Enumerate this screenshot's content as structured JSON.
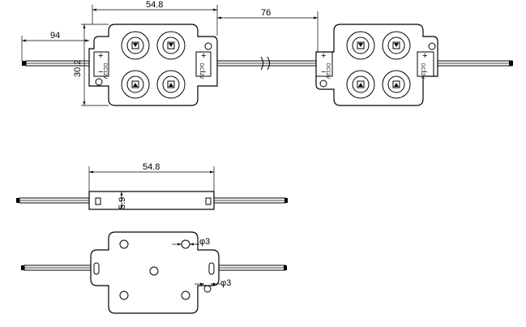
{
  "dimensions": {
    "module_width": "54.8",
    "module_spacing": "76",
    "wire_offset": "94",
    "module_height": "30.2",
    "side_width": "54.8",
    "side_thickness": "5.9",
    "hole_top": "φ3",
    "hole_bottom": "φ3"
  },
  "labels": {
    "voltage_left": "DC12V",
    "voltage_right": "DC12V",
    "plus": "+",
    "minus": "−"
  }
}
